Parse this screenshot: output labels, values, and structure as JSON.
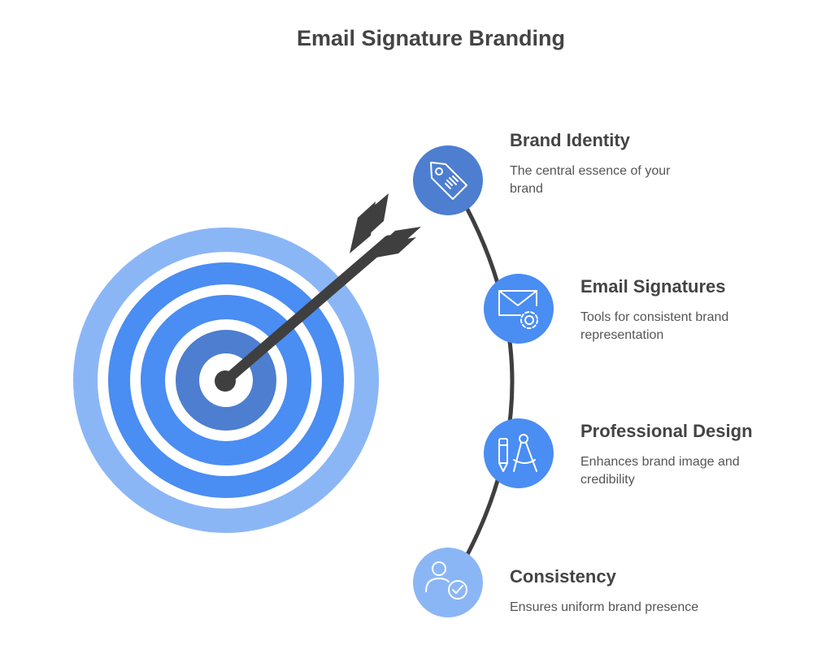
{
  "title": "Email Signature Branding",
  "items": [
    {
      "heading": "Brand Identity",
      "description": "The central essence of your brand",
      "icon": "price-tag-icon"
    },
    {
      "heading": "Email Signatures",
      "description": "Tools for consistent brand representation",
      "icon": "envelope-gear-icon"
    },
    {
      "heading": "Professional Design",
      "description": "Enhances brand image and credibility",
      "icon": "pen-compass-icon"
    },
    {
      "heading": "Consistency",
      "description": "Ensures uniform brand presence",
      "icon": "user-check-icon"
    }
  ],
  "colors": {
    "ring_outer": "#8bb6f6",
    "ring_middle": "#4a8df3",
    "ring_center": "#4d7ed0",
    "arrow": "#3f3f3f",
    "node_dark": "#4d7ed0",
    "node_mid": "#4a8df3",
    "node_light": "#8bb6f6",
    "text": "#444444"
  }
}
